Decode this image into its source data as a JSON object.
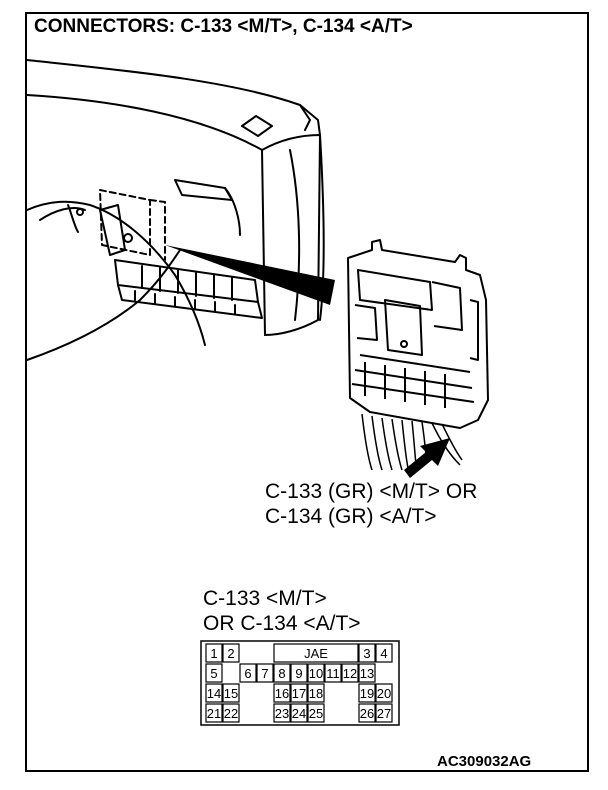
{
  "title": "CONNECTORS: C-133 <M/T>, C-134 <A/T>",
  "callout": {
    "line1": "C-133 (GR) <M/T> OR",
    "line2": "C-134 (GR) <A/T>"
  },
  "connector_face": {
    "label_line1": "C-133 <M/T>",
    "label_line2": "OR C-134 <A/T>",
    "maker": "JAE",
    "pins_row1": [
      "1",
      "2",
      "3",
      "4"
    ],
    "pins_row2": [
      "5",
      "6",
      "7",
      "8",
      "9",
      "10",
      "11",
      "12",
      "13"
    ],
    "pins_row3": [
      "14",
      "15",
      "16",
      "17",
      "18",
      "19",
      "20"
    ],
    "pins_row4": [
      "21",
      "22",
      "23",
      "24",
      "25",
      "26",
      "27"
    ]
  },
  "figure_code": "AC309032AG"
}
